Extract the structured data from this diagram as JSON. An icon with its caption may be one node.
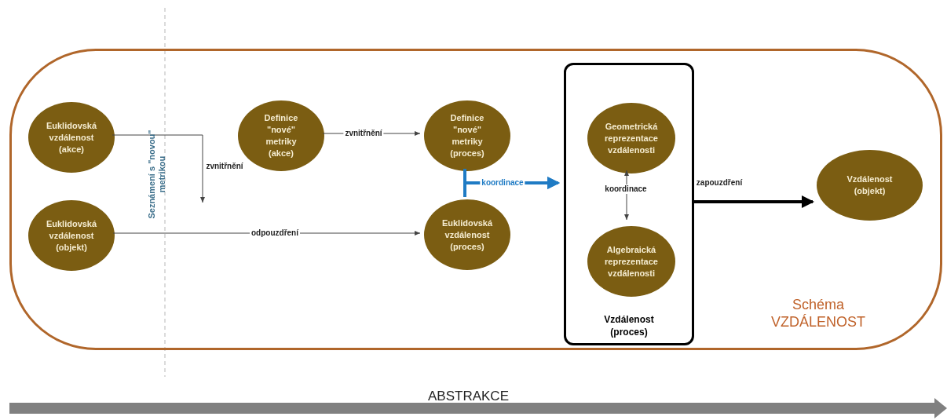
{
  "diagram": {
    "nodes": [
      {
        "text": [
          "Schéma VZDÁLENOST"
        ]
      },
      {
        "text": [
          "Euklidovská vzdálenost (akce)"
        ],
        "in": 0
      },
      {
        "text": [
          "Euklidovská vzdálenost (objekt)"
        ],
        "in": 0
      },
      {
        "text": [
          "Definice \"nové\" metriky (akce)"
        ],
        "in": 0
      },
      {
        "text": [
          "Definice \"nové\" metriky (proces)"
        ],
        "in": 0
      },
      {
        "text": [
          "Euklidovská vzdálenost (proces)"
        ],
        "in": 0
      },
      {
        "text": [
          "Vzdálenost (proces)"
        ],
        "in": 0
      },
      {
        "text": [
          "Geometrická reprezentace vzdálenosti"
        ],
        "in": 6
      },
      {
        "text": [
          "Algebraická reprezentace vzdálenosti"
        ],
        "in": 6
      },
      {
        "text": [
          "Vzdálenost (objekt)"
        ],
        "in": 0
      }
    ],
    "edges": [
      {
        "from": 1,
        "to": null,
        "arrow": "to",
        "label": "zvnitřnění"
      },
      {
        "from": 2,
        "to": 5,
        "arrow": "to",
        "label": "odpouzdření"
      },
      {
        "from": 3,
        "to": 4,
        "arrow": "to",
        "label": "zvnitřnění"
      },
      {
        "from": 4,
        "to": 6,
        "arrow": "to",
        "label": "koordinace",
        "style": "thick",
        "color": "#1f7bc4"
      },
      {
        "from": 5,
        "to": 6,
        "arrow": "to",
        "style": "thick",
        "color": "#1f7bc4"
      },
      {
        "from": 7,
        "to": 8,
        "arrow": "both",
        "label": "koordinace"
      },
      {
        "from": 6,
        "to": 9,
        "arrow": "to",
        "label": "zapouzdření",
        "style": "thick",
        "color": "#000000"
      }
    ],
    "labels": [
      "Seznámení s \"novou\" metrikou",
      "ABSTRAKCE"
    ]
  }
}
